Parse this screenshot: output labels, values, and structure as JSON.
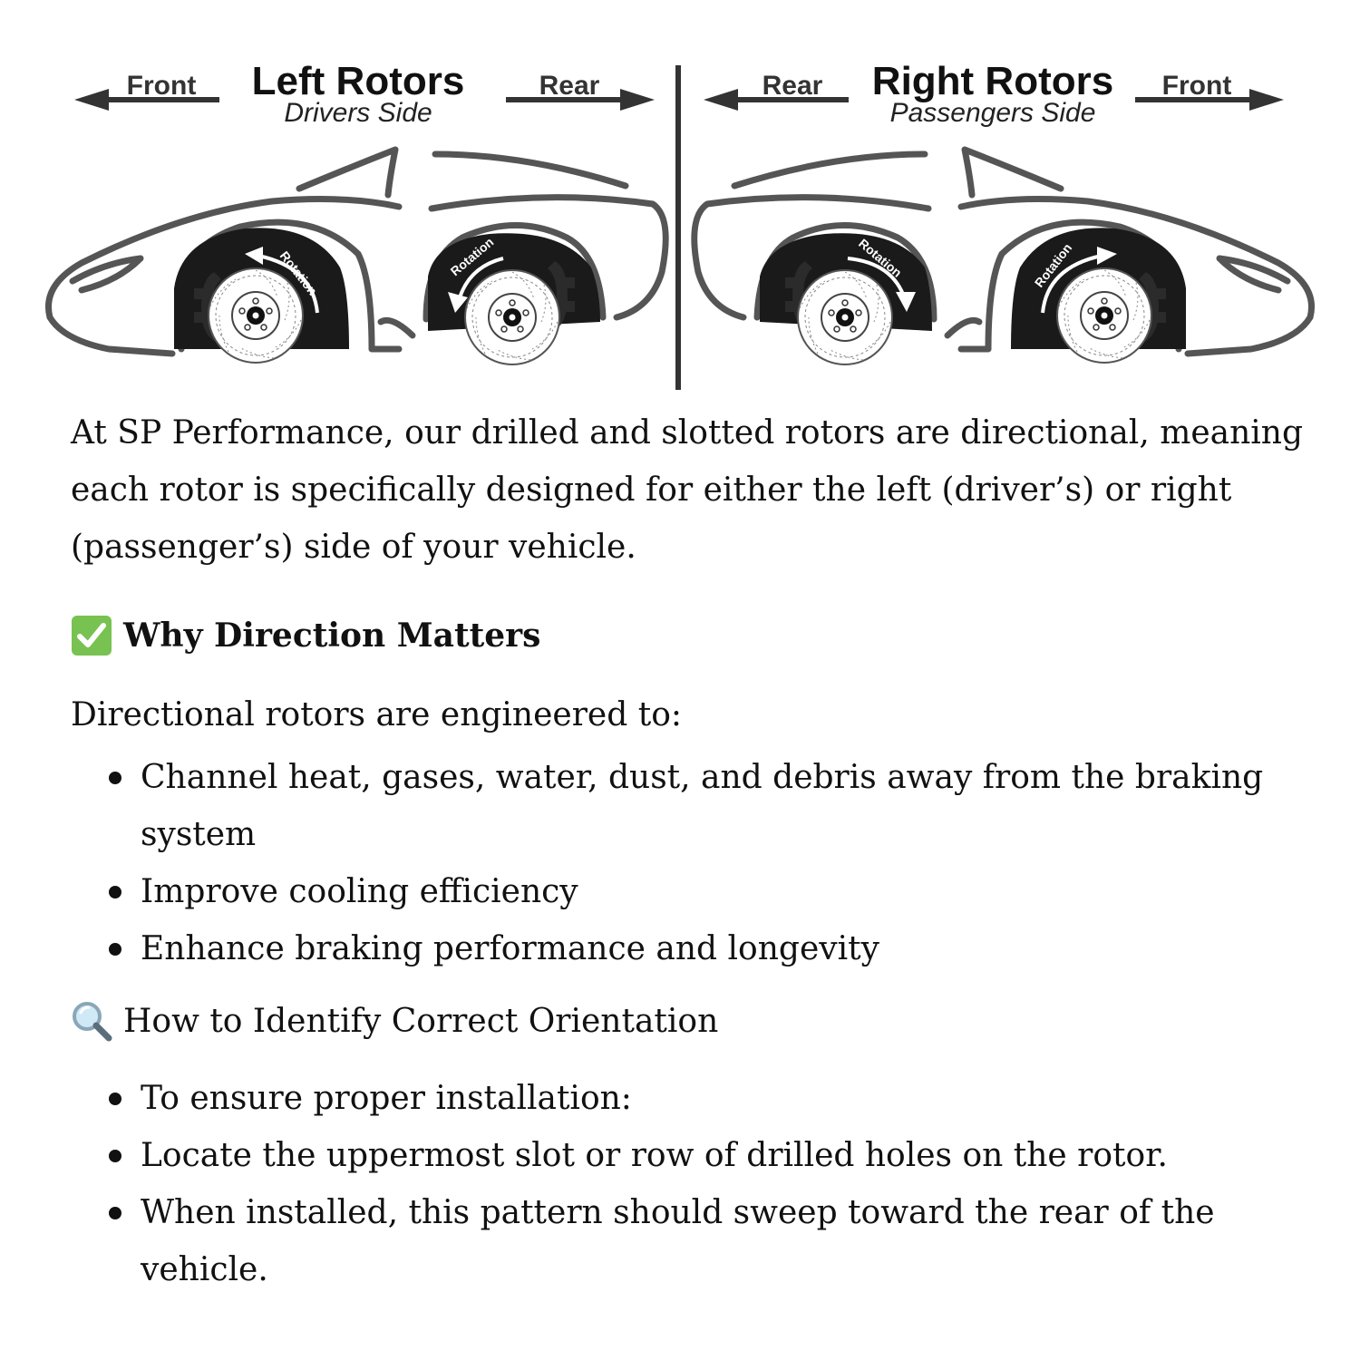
{
  "diagram": {
    "left": {
      "title": "Left Rotors",
      "subtitle": "Drivers Side",
      "arrow_left_label": "Front",
      "arrow_right_label": "Rear",
      "rotation_label": "Rotation"
    },
    "right": {
      "title": "Right Rotors",
      "subtitle": "Passengers Side",
      "arrow_left_label": "Rear",
      "arrow_right_label": "Front",
      "rotation_label": "Rotation"
    },
    "colors": {
      "outline": "#555555",
      "wheel_well": "#1a1a1a",
      "arrow": "#333333"
    }
  },
  "intro": "At SP Performance, our drilled and slotted rotors are directional, meaning each rotor is specifically designed for either the left (driver’s) or right (passenger’s) side of your vehicle.",
  "section1": {
    "icon": "check-mark-box-icon",
    "icon_color": "#77c251",
    "heading": "Why Direction Matters",
    "lead": "Directional rotors are engineered to:",
    "items": [
      "Channel heat, gases, water, dust, and debris away from the braking system",
      "Improve cooling efficiency",
      "Enhance braking performance and longevity"
    ]
  },
  "section2": {
    "icon": "magnifying-glass-icon",
    "heading": "How to Identify Correct Orientation",
    "items": [
      "To ensure proper installation:",
      "Locate the uppermost slot or row of drilled holes on the rotor.",
      "When installed, this pattern should sweep toward the rear of the vehicle."
    ]
  }
}
